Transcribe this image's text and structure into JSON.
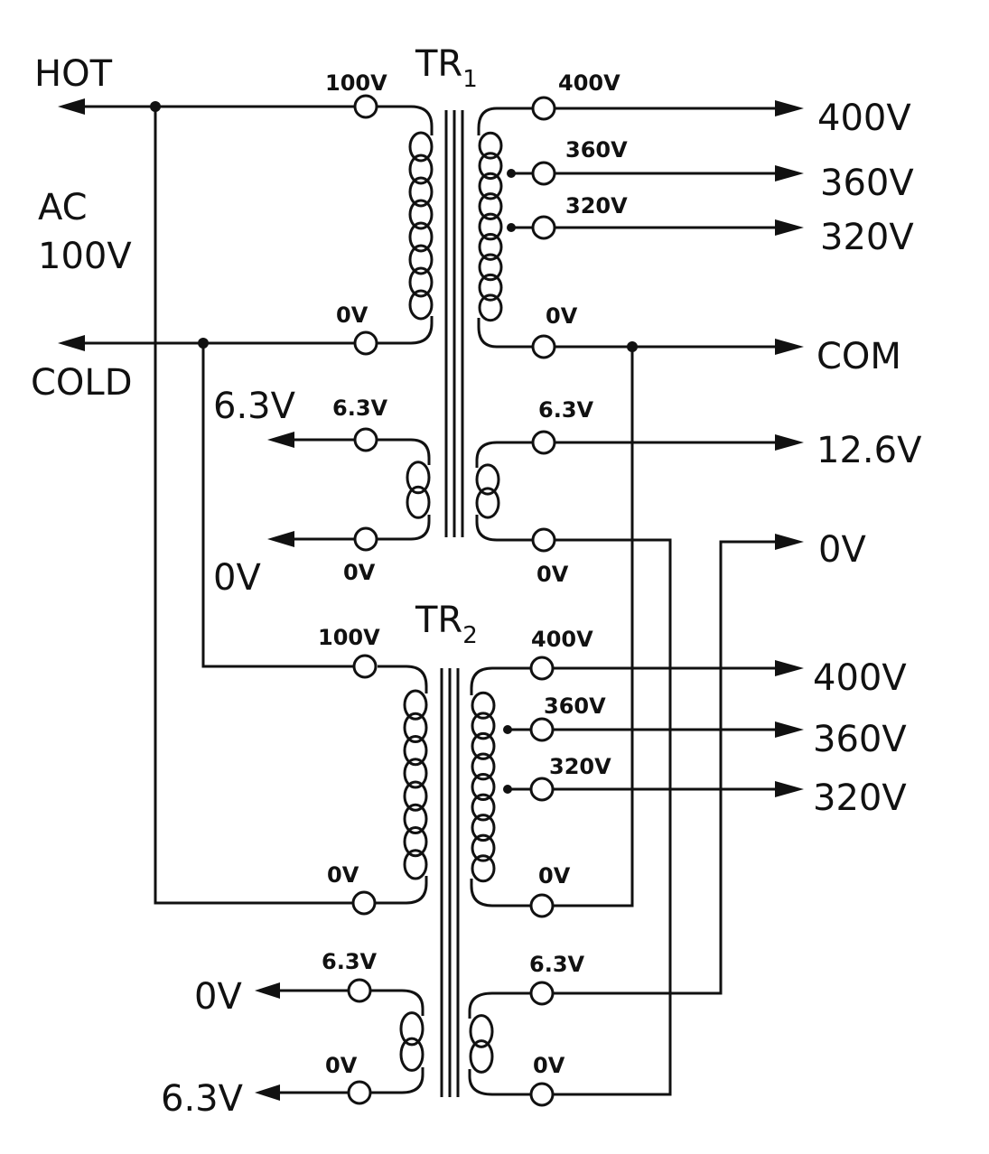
{
  "left_labels": {
    "hot": "HOT",
    "cold": "COLD",
    "ac": "AC",
    "ac_voltage": "100V",
    "tr1_heater_top": "6.3V",
    "tr1_heater_bottom": "0V",
    "tr2_heater_top": "0V",
    "tr2_heater_bottom": "6.3V"
  },
  "tr1": {
    "name": "TR",
    "index": "1",
    "primary": {
      "top": "100V",
      "bottom": "0V"
    },
    "secondary": {
      "tap400": "400V",
      "tap360": "360V",
      "tap320": "320V",
      "tap0": "0V"
    },
    "heater_primary_side": {
      "top": "6.3V",
      "bottom": "0V"
    },
    "heater_secondary_side": {
      "top": "6.3V",
      "bottom": "0V"
    }
  },
  "tr2": {
    "name": "TR",
    "index": "2",
    "primary": {
      "top": "100V",
      "bottom": "0V"
    },
    "secondary": {
      "tap400": "400V",
      "tap360": "360V",
      "tap320": "320V",
      "tap0": "0V"
    },
    "heater_primary_side": {
      "top": "6.3V",
      "bottom": "0V"
    },
    "heater_secondary_side": {
      "top": "6.3V",
      "bottom": "0V"
    }
  },
  "outputs": {
    "o400_1": "400V",
    "o360_1": "360V",
    "o320_1": "320V",
    "com": "COM",
    "o126": "12.6V",
    "o0v": "0V",
    "o400_2": "400V",
    "o360_2": "360V",
    "o320_2": "320V"
  }
}
